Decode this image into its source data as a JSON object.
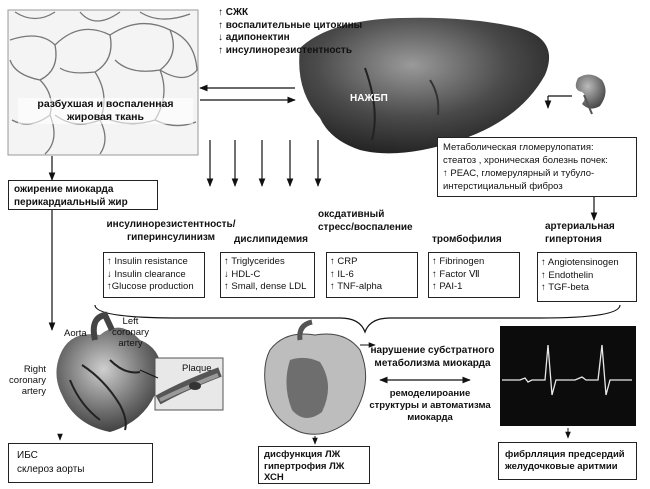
{
  "top_list": [
    "↑ СЖК",
    "↑ воспалительные цитокины",
    "↓ адипонектин",
    "↑ инсулинорезистентность"
  ],
  "fat_label": "разбухшая и воспаленная\nжировая ткань",
  "liver_label": "НАЖБП",
  "kidney_box": "Метаболическая гломерулопатия:\nстеатоз , хроническая болезнь почек:\n↑ РЕАС, гломерулярный и тубуло-\nинтерстициальный фиброз",
  "myocard_box": "ожирение миокарда\nперикардиальный жир",
  "categories": [
    {
      "title": "инсулинорезистентность/\nгиперинсулинизм",
      "items": [
        "↑ Insulin resistance",
        "↓ Insulin clearance",
        "↑Glucose production"
      ]
    },
    {
      "title": "дислипидемия",
      "items": [
        "↑ Triglycerides",
        "↓ HDL-C",
        "↑ Small, dense LDL"
      ]
    },
    {
      "title": "оксдативный\nстресс/воспаление",
      "items": [
        "↑ CRP",
        "↑ IL-6",
        "↑ TNF-alpha"
      ]
    },
    {
      "title": "тромбофилия",
      "items": [
        "↑ Fibrinogen",
        "↑ Factor Ⅶ",
        "↑ PAI-1"
      ]
    },
    {
      "title": "артериальная\nгипертония",
      "items": [
        "↑ Angiotensinogen",
        "↑ Endothelin",
        "↑ TGF-beta"
      ]
    }
  ],
  "heart_labels": {
    "aorta": "Aorta",
    "left": "Left\ncoronary\nartery",
    "right": "Right\ncoronary\nartery",
    "plaque": "Plaque"
  },
  "metab_text": "нарушение субстратного\nметаболизма миокарда",
  "remodel_text": "ремоделироание\nструктуры и автоматизма\nмиокарда",
  "bottom_boxes": {
    "ihd": "ИБС\nсклероз аорты",
    "lv": "дисфункция ЛЖ\nгипертрофия ЛЖ\nХСН",
    "af": "фибрлляция предсердий\nжелудочковые аритмии"
  }
}
